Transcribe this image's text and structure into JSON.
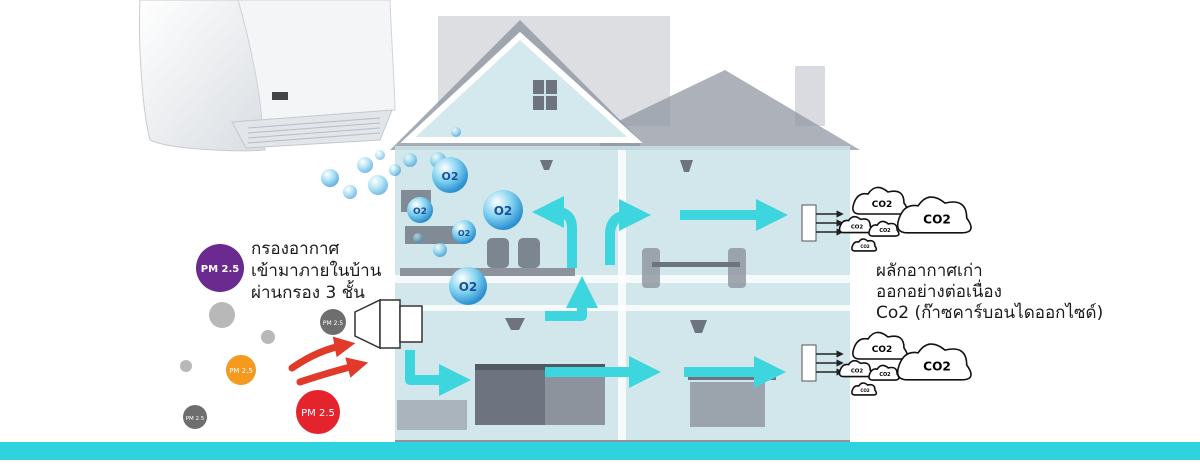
{
  "intake_text": {
    "line1": "กรองอากาศ",
    "line2": "เข้ามาภายในบ้าน",
    "line3": "ผ่านกรอง 3 ชั้น"
  },
  "exhaust_text": {
    "line1": "ผลักอากาศเก่า",
    "line2": "ออกอย่างต่อเนื่อง",
    "line3": "Co2 (ก๊าซคาร์บอนไดออกไซด์)"
  },
  "pm_labels": {
    "big_purple": "PM 2.5",
    "small_grey": "PM 2.5",
    "orange": "PM 2.5",
    "tiny_grey": "PM 2.5",
    "big_red": "PM 2.5"
  },
  "o2_label": "O2",
  "co2_label": "CO2",
  "colors": {
    "flow_arrow": "#3dd6de",
    "intake_arrow": "#e23a2a",
    "house_fill": "#c9e3e8",
    "roof": "#8a8f9c",
    "ground": "#2fd3de",
    "pm_purple": "#6a2a8f",
    "pm_orange": "#f39a1f",
    "pm_red": "#e4232c",
    "pm_grey": "#6e6e6e"
  }
}
